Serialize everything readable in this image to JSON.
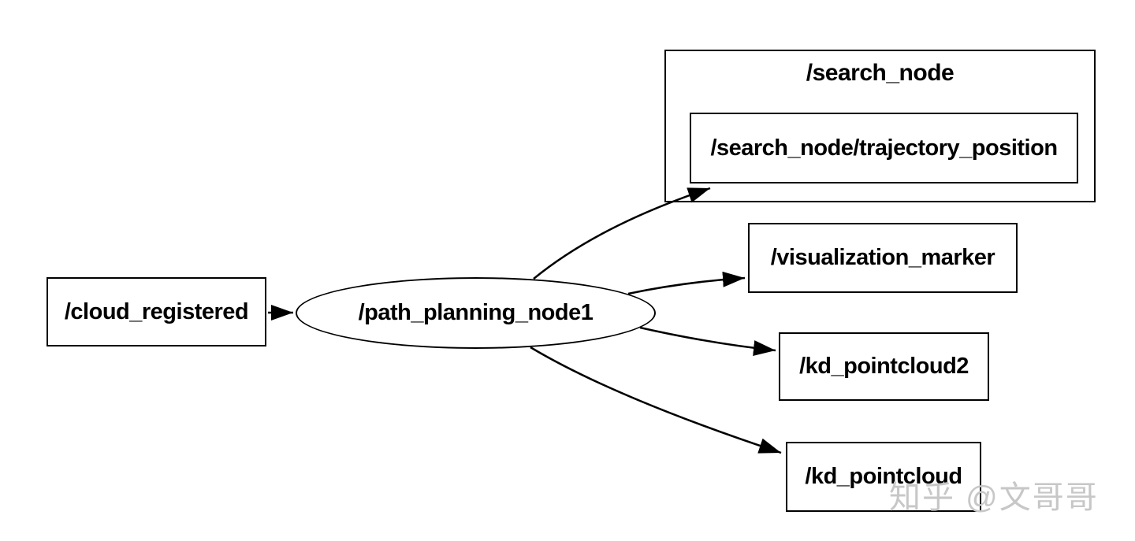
{
  "diagram": {
    "type": "ros-computation-graph",
    "background_color": "#ffffff",
    "stroke_color": "#000000",
    "nodes": {
      "cloud_registered": {
        "label": "/cloud_registered",
        "shape": "box"
      },
      "path_planning_node1": {
        "label": "/path_planning_node1",
        "shape": "ellipse"
      },
      "search_node_group": {
        "label": "/search_node",
        "shape": "container-box"
      },
      "trajectory_position": {
        "label": "/search_node/trajectory_position",
        "shape": "box"
      },
      "visualization_marker": {
        "label": "/visualization_marker",
        "shape": "box"
      },
      "kd_pointcloud2": {
        "label": "/kd_pointcloud2",
        "shape": "box"
      },
      "kd_pointcloud": {
        "label": "/kd_pointcloud",
        "shape": "box"
      }
    },
    "edges": [
      {
        "from": "/cloud_registered",
        "to": "/path_planning_node1"
      },
      {
        "from": "/path_planning_node1",
        "to": "/search_node/trajectory_position"
      },
      {
        "from": "/path_planning_node1",
        "to": "/visualization_marker"
      },
      {
        "from": "/path_planning_node1",
        "to": "/kd_pointcloud2"
      },
      {
        "from": "/path_planning_node1",
        "to": "/kd_pointcloud"
      }
    ],
    "watermark": {
      "text": "知乎 @文哥哥",
      "color": "#c7c7c7"
    }
  }
}
